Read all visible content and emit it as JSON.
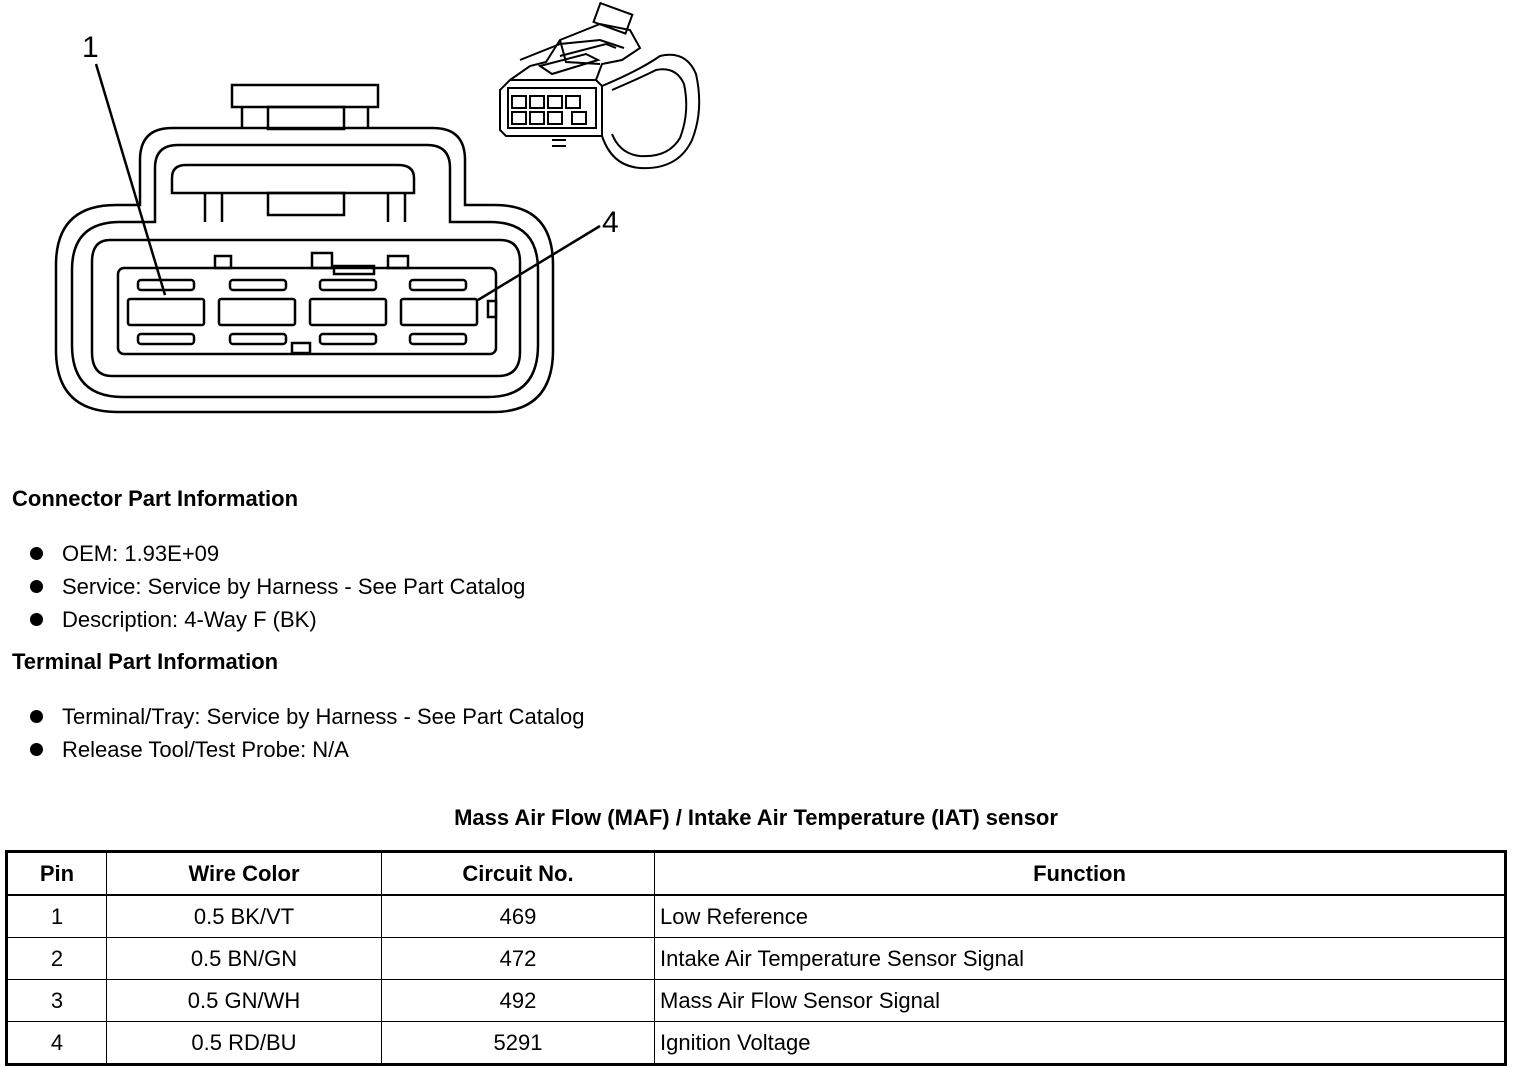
{
  "diagram": {
    "callout_1": "1",
    "callout_4": "4"
  },
  "connector_info": {
    "heading": "Connector Part Information",
    "items": [
      "OEM: 1.93E+09",
      "Service: Service by Harness - See Part Catalog",
      "Description: 4-Way F (BK)"
    ]
  },
  "terminal_info": {
    "heading": "Terminal Part Information",
    "items": [
      "Terminal/Tray: Service by Harness - See Part Catalog",
      "Release Tool/Test Probe: N/A"
    ]
  },
  "table": {
    "title": "Mass Air Flow (MAF) / Intake Air Temperature (IAT) sensor",
    "headers": [
      "Pin",
      "Wire Color",
      "Circuit No.",
      "Function"
    ],
    "rows": [
      [
        "1",
        "0.5 BK/VT",
        "469",
        "Low Reference"
      ],
      [
        "2",
        "0.5 BN/GN",
        "472",
        "Intake Air Temperature Sensor Signal"
      ],
      [
        "3",
        "0.5 GN/WH",
        "492",
        "Mass Air Flow Sensor Signal"
      ],
      [
        "4",
        "0.5 RD/BU",
        "5291",
        "Ignition Voltage"
      ]
    ]
  }
}
